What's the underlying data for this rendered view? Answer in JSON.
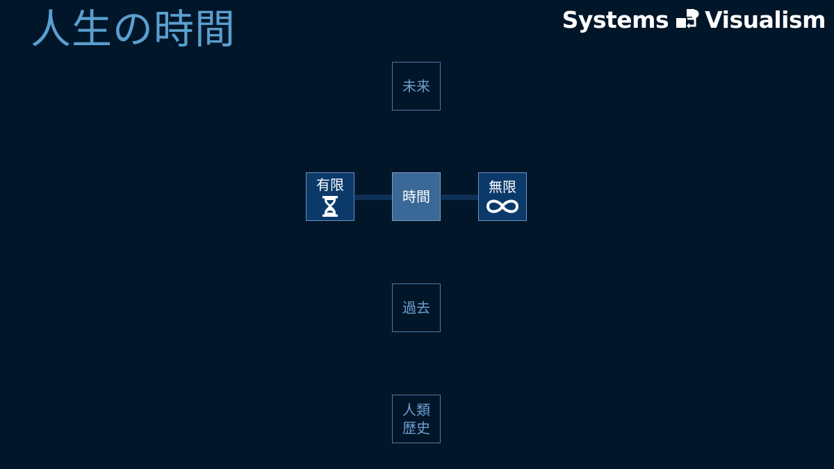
{
  "title": "人生の時間",
  "brand": {
    "left": "Systems",
    "right": "Visualism",
    "logo_icon": "systems-visualism-logo-icon"
  },
  "nodes": {
    "future": {
      "label": "未来"
    },
    "finite": {
      "label": "有限",
      "icon": "hourglass-icon"
    },
    "time": {
      "label": "時間"
    },
    "infinite": {
      "label": "無限",
      "icon": "infinity-icon"
    },
    "past": {
      "label": "過去"
    },
    "human_history": {
      "label_line1": "人類",
      "label_line2": "歴史"
    }
  },
  "colors": {
    "background": "#021629",
    "title": "#5a9fd0",
    "node_border": "#4f7aa8",
    "node_text": "#6f9fcf",
    "node_filled": "#0b3a6a",
    "node_center": "#3a6897",
    "connector": "#0f3158"
  }
}
